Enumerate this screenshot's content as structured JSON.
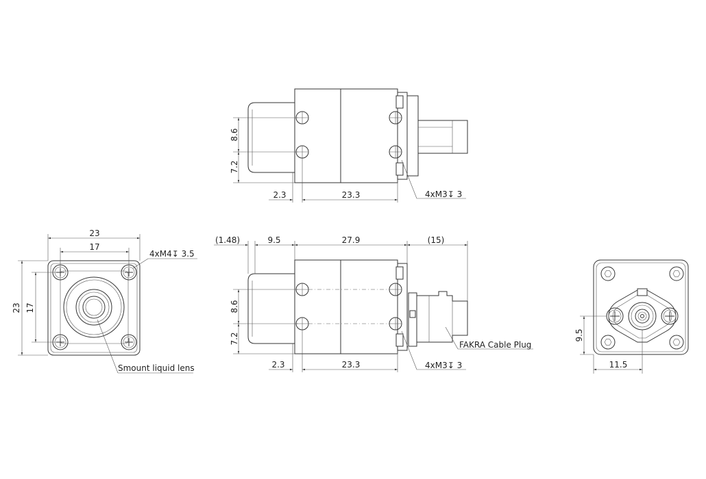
{
  "top_view": {
    "dim_vertical_upper": "8.6",
    "dim_vertical_lower": "7.2",
    "dim_left": "2.3",
    "dim_main": "23.3",
    "callout_holes": "4xM3↧ 3"
  },
  "front_view": {
    "dim_width_outer": "23",
    "dim_width_inner": "17",
    "dim_height_outer": "23",
    "dim_height_inner": "17",
    "callout_holes": "4xM4↧ 3.5",
    "callout_lens": "Smount liquid lens"
  },
  "side_view": {
    "dim_offset": "(1.48)",
    "dim_body_front": "9.5",
    "dim_body": "27.9",
    "dim_plug": "(15)",
    "dim_vertical_upper": "8.6",
    "dim_vertical_lower": "7.2",
    "dim_left": "2.3",
    "dim_main": "23.3",
    "callout_holes": "4xM3↧ 3",
    "callout_plug": "FAKRA Cable Plug"
  },
  "rear_view": {
    "dim_height": "9.5",
    "dim_width": "11.5"
  }
}
